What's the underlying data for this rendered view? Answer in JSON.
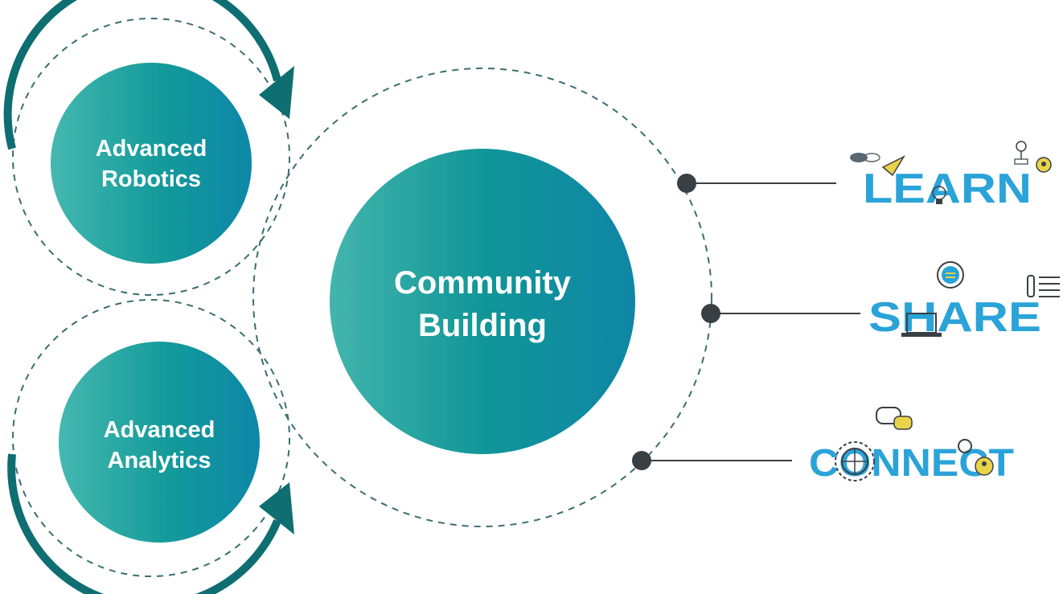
{
  "colors": {
    "teal_dark": "#0e6e72",
    "teal_mid": "#139a9a",
    "teal_light": "#3fb6b0",
    "blue_word": "#2aa3d8",
    "connector": "#3a3f44",
    "accent_yellow": "#e9d34a"
  },
  "nodes": {
    "robotics": {
      "line1": "Advanced",
      "line2": "Robotics"
    },
    "analytics": {
      "line1": "Advanced",
      "line2": "Analytics"
    },
    "community": {
      "line1": "Community",
      "line2": "Building"
    }
  },
  "words": {
    "learn": "LEARN",
    "share": "SHARE",
    "connect": "CONNECT"
  },
  "icons": {
    "learn": [
      "cloud-icon",
      "paper-plane-icon",
      "lightbulb-icon",
      "map-pin-icon",
      "lamp-icon"
    ],
    "share": [
      "chat-bubble-icon",
      "laptop-icon",
      "binary-icon"
    ],
    "connect": [
      "speech-bubble-icon",
      "globe-icon",
      "user-icon"
    ]
  }
}
